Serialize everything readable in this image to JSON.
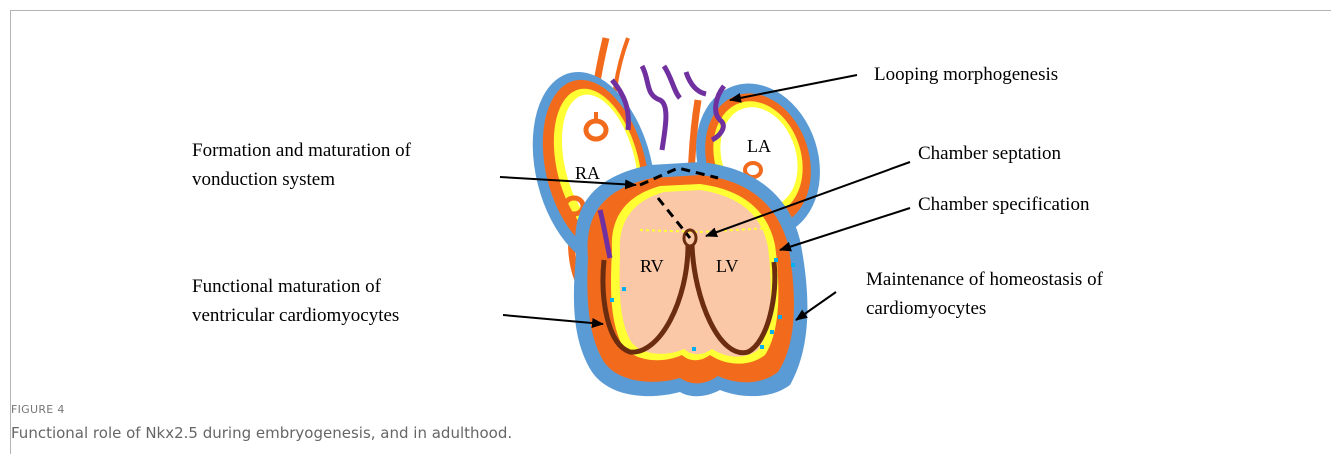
{
  "figure": {
    "labels": {
      "looping": "Looping morphogenesis",
      "formation_line1": "Formation and maturation of",
      "formation_line2": "vonduction system",
      "chamber_septation": "Chamber septation",
      "chamber_specification": "Chamber specification",
      "functional_line1": "Functional maturation of",
      "functional_line2": "ventricular cardiomyocytes",
      "maintenance_line1": "Maintenance of homeostasis of",
      "maintenance_line2": "cardiomyocytes"
    },
    "chambers": {
      "ra": "RA",
      "la": "LA",
      "rv": "RV",
      "lv": "LV"
    },
    "caption": {
      "label": "FIGURE 4",
      "text": "Functional role of Nkx2.5 during embryogenesis, and in adulthood."
    },
    "colors": {
      "epicardium": "#5b9bd5",
      "myocardium": "#f26b1d",
      "endocardium": "#ffff33",
      "ventricle_fill": "#fac8a7",
      "conduction": "#6b2c0f",
      "vessel": "#7030a0",
      "cell_dots": "#00b0f0"
    }
  }
}
